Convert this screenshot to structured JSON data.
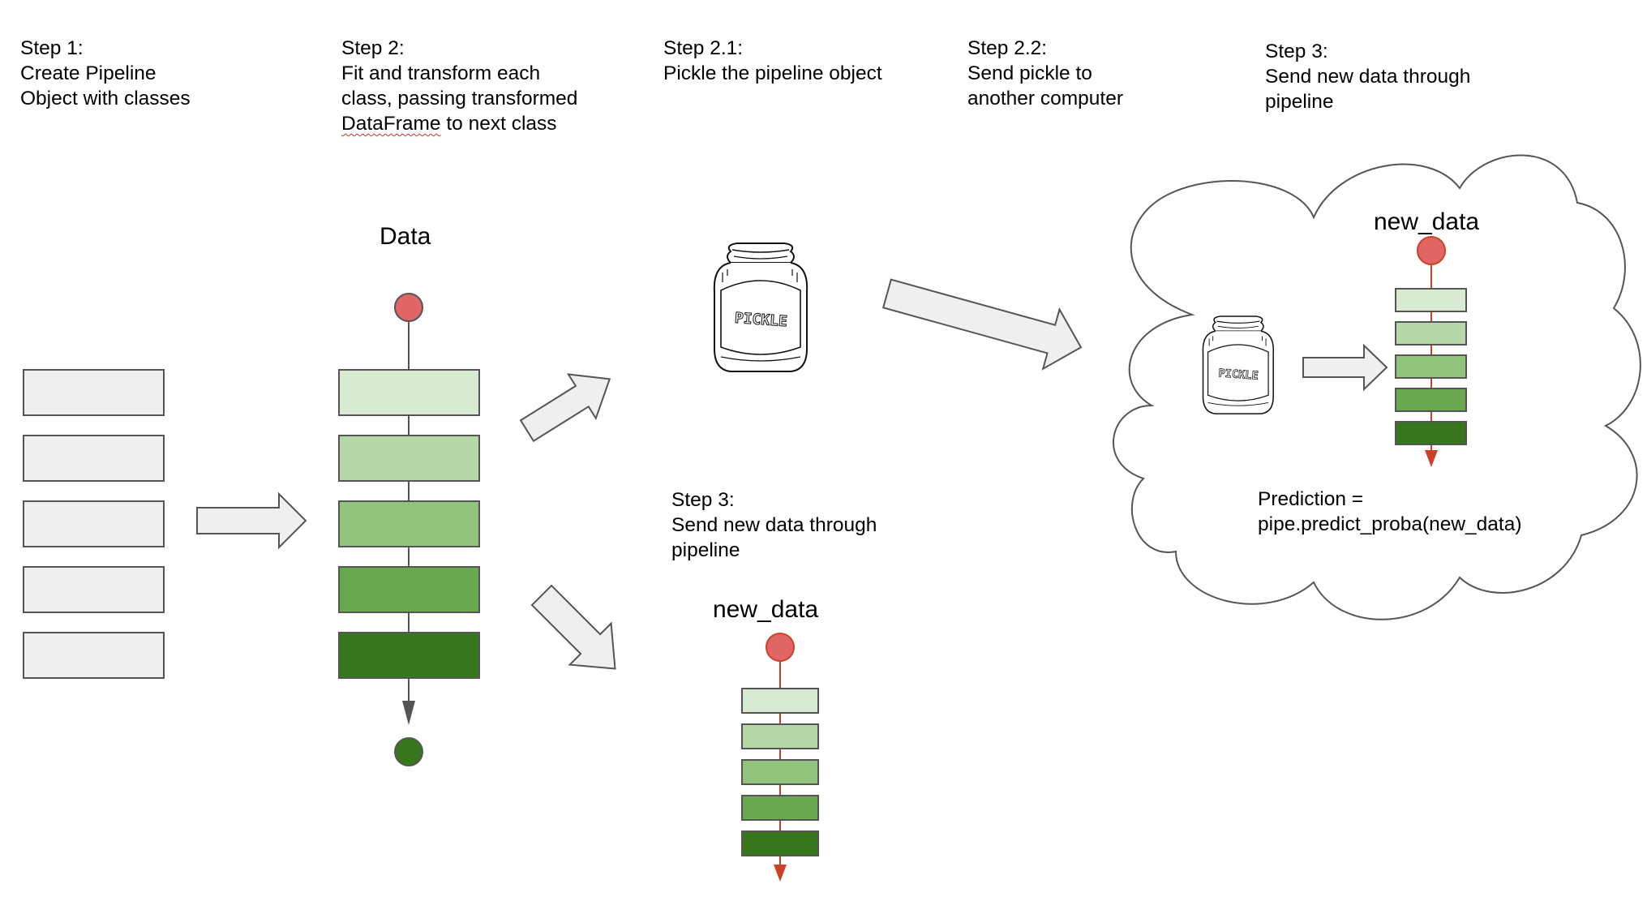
{
  "steps": {
    "step1": {
      "title": "Step 1:",
      "line1": "Create Pipeline",
      "line2": "Object with classes"
    },
    "step2": {
      "title": "Step 2:",
      "line1": "Fit and transform each",
      "line2": "class, passing transformed",
      "line3a": "DataFrame",
      "line3b": " to next class"
    },
    "step21": {
      "title": "Step 2.1:",
      "line1": "Pickle the pipeline object"
    },
    "step22": {
      "title": "Step 2.2:",
      "line1": "Send pickle to",
      "line2": "another computer"
    },
    "step3_top": {
      "title": "Step 3:",
      "line1": "Send new data through",
      "line2": "pipeline"
    },
    "step3_mid": {
      "title": "Step 3:",
      "line1": "Send new data through",
      "line2": "pipeline"
    }
  },
  "labels": {
    "data": "Data",
    "new_data_mid": "new_data",
    "new_data_cloud": "new_data",
    "prediction_line1": "Prediction =",
    "prediction_line2": "pipe.predict_proba(new_data)",
    "jar_text": "PICKLE"
  },
  "colors": {
    "green_1": "#d9ead3",
    "green_2": "#b6d7a8",
    "green_3": "#93c47d",
    "green_4": "#6aa84f",
    "green_5": "#38761d",
    "empty_box": "#efefef",
    "input_node": "#e06666",
    "output_node": "#38761d",
    "red_line": "#cc4125",
    "arrow_fill": "#efefef"
  }
}
